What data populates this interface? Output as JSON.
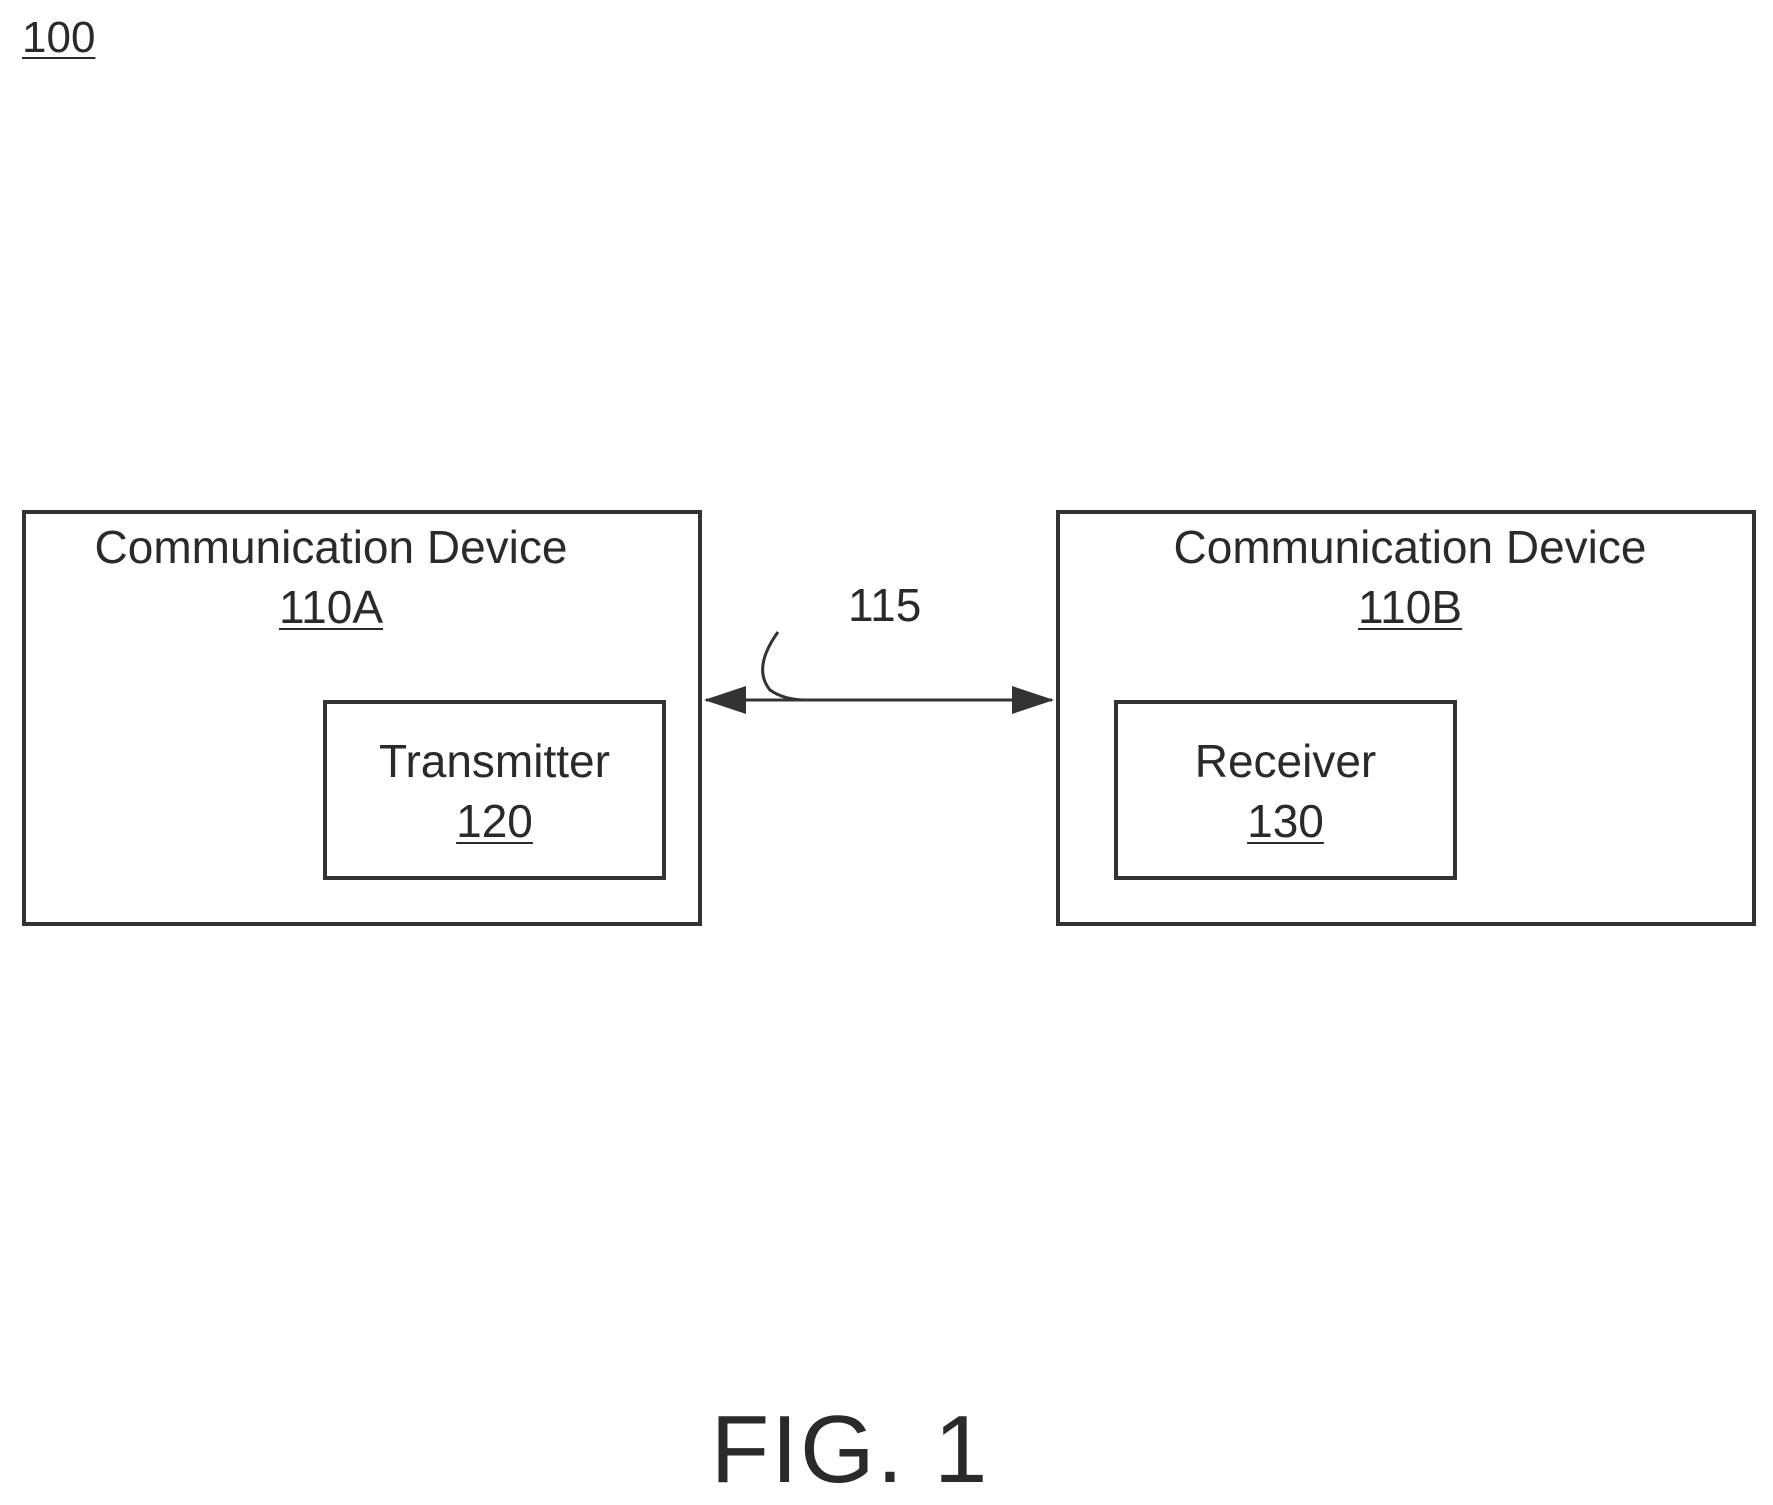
{
  "figure_ref": "100",
  "link": {
    "ref": "115"
  },
  "device_a": {
    "title": "Communication Device",
    "ref": "110A",
    "component": {
      "title": "Transmitter",
      "ref": "120"
    }
  },
  "device_b": {
    "title": "Communication Device",
    "ref": "110B",
    "component": {
      "title": "Receiver",
      "ref": "130"
    }
  },
  "caption": "FIG. 1"
}
